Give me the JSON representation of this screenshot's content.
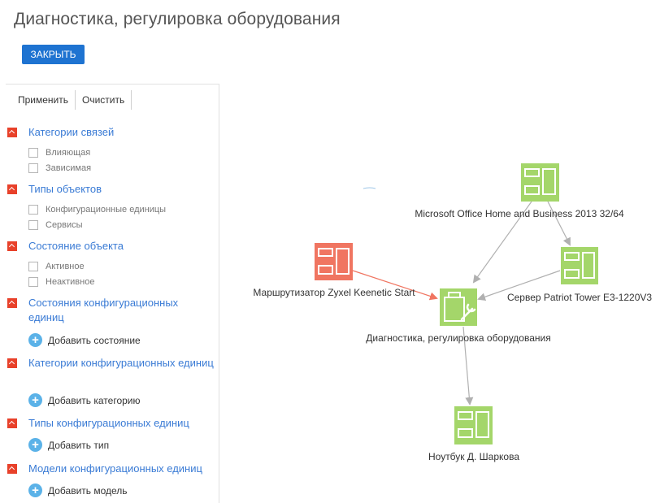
{
  "page": {
    "title": "Диагностика, регулировка оборудования",
    "close_label": "ЗАКРЫТЬ"
  },
  "filters": {
    "toolbar": {
      "apply_label": "Применить",
      "clear_label": "Очистить"
    },
    "groups": [
      {
        "label": "Категории связей",
        "options": [
          "Влияющая",
          "Зависимая"
        ]
      },
      {
        "label": "Типы объектов",
        "options": [
          "Конфигурационные единицы",
          "Сервисы"
        ]
      },
      {
        "label": "Состояние объекта",
        "options": [
          "Активное",
          "Неактивное"
        ]
      },
      {
        "label": "Состояния конфигурационных единиц",
        "add_label": "Добавить состояние"
      },
      {
        "label": "Категории конфигурационных единиц",
        "add_label": "Добавить категорию"
      },
      {
        "label": "Типы конфигурационных единиц",
        "add_label": "Добавить тип"
      },
      {
        "label": "Модели конфигурационных единиц",
        "add_label": "Добавить модель"
      }
    ]
  },
  "graph": {
    "colors": {
      "ci": "#a4d66a",
      "ci_dark": "#8cc152",
      "router": "#f07561",
      "edge": "#b0b0b0",
      "edge_red": "#f07561"
    },
    "nodes": [
      {
        "id": "office",
        "label": "Microsoft Office Home and Business 2013 32/64",
        "icon": "config-item-icon"
      },
      {
        "id": "router",
        "label": "Маршрутизатор Zyxel Keenetic Start",
        "icon": "config-item-icon"
      },
      {
        "id": "server",
        "label": "Сервер Patriot Tower E3-1220V3",
        "icon": "config-item-icon"
      },
      {
        "id": "diag",
        "label": "Диагностика, регулировка оборудования",
        "icon": "service-wrench-icon"
      },
      {
        "id": "laptop",
        "label": "Ноутбук Д. Шаркова",
        "icon": "config-item-icon"
      }
    ]
  }
}
